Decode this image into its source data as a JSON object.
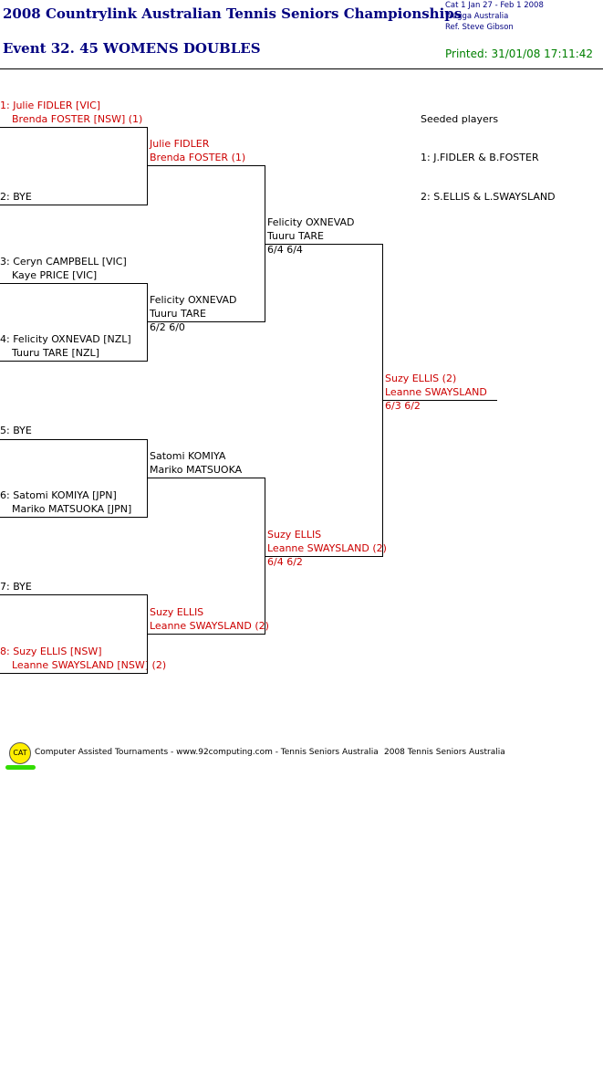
{
  "header": {
    "title": "2008 Countrylink Australian Tennis Seniors Championships",
    "event": "Event 32. 45 WOMENS DOUBLES",
    "cat_line": "Cat 1   Jan 27 - Feb 1 2008",
    "location_line": "Wagga   Australia",
    "ref_line": "Ref. Steve Gibson",
    "printed": "Printed: 31/01/08 17:11:42"
  },
  "round1": [
    {
      "seed_label": "1: Julie FIDLER [VIC]",
      "partner": "Brenda FOSTER [NSW] (1)",
      "color": "#cc0000"
    },
    {
      "seed_label": "2: BYE",
      "partner": "",
      "color": "#000000"
    },
    {
      "seed_label": "3: Ceryn CAMPBELL [VIC]",
      "partner": "Kaye PRICE [VIC]",
      "color": "#000000"
    },
    {
      "seed_label": "4: Felicity OXNEVAD [NZL]",
      "partner": "Tuuru TARE [NZL]",
      "color": "#000000"
    },
    {
      "seed_label": "5: BYE",
      "partner": "",
      "color": "#000000"
    },
    {
      "seed_label": "6: Satomi KOMIYA [JPN]",
      "partner": "Mariko MATSUOKA [JPN]",
      "color": "#000000"
    },
    {
      "seed_label": "7: BYE",
      "partner": "",
      "color": "#000000"
    },
    {
      "seed_label": "8: Suzy ELLIS [NSW]",
      "partner": "Leanne SWAYSLAND [NSW] (2)",
      "color": "#cc0000"
    }
  ],
  "round2": [
    {
      "p1": "Julie FIDLER",
      "p2": "Brenda FOSTER (1)",
      "score": ""
    },
    {
      "p1": "Felicity OXNEVAD",
      "p2": "Tuuru TARE",
      "score": "6/2 6/0"
    },
    {
      "p1": "Satomi KOMIYA",
      "p2": "Mariko MATSUOKA",
      "score": ""
    },
    {
      "p1": "Suzy ELLIS",
      "p2": "Leanne SWAYSLAND (2)",
      "score": ""
    }
  ],
  "round3": [
    {
      "p1": "Felicity OXNEVAD",
      "p2": "Tuuru TARE",
      "score": "6/4 6/4"
    },
    {
      "p1": "Suzy ELLIS",
      "p2": "Leanne SWAYSLAND (2)",
      "score": "6/4 6/2"
    }
  ],
  "final": {
    "p1": "Suzy ELLIS (2)",
    "p2": "Leanne SWAYSLAND",
    "score": "6/3 6/2"
  },
  "seeded": {
    "heading": "Seeded players",
    "items": [
      "1: J.FIDLER & B.FOSTER",
      "2: S.ELLIS & L.SWAYSLAND"
    ]
  },
  "footer": {
    "logo": "CAT",
    "text": "Computer Assisted Tournaments - www.92computing.com -  Tennis Seniors Australia",
    "right": "2008 Tennis Seniors Australia"
  },
  "colors": {
    "winner": "#cc0000",
    "title": "#000080",
    "printed": "#008000"
  }
}
